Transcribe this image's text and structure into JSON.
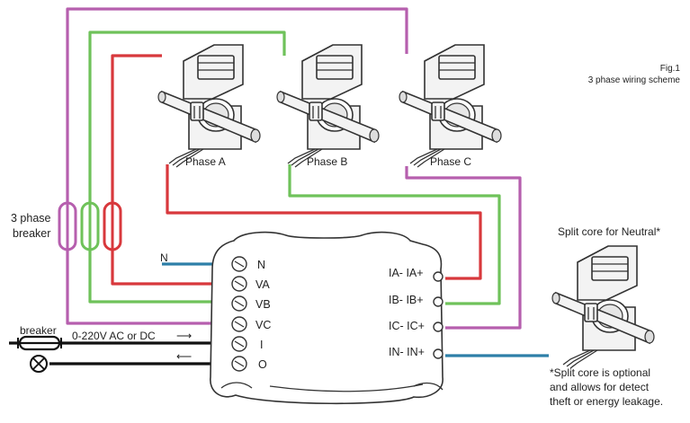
{
  "figure": {
    "number": "Fig.1",
    "caption": "3 phase wiring scheme"
  },
  "colors": {
    "purple": "#b65fae",
    "green": "#6fc25a",
    "red": "#d8383c",
    "blue": "#2d7fa8",
    "black": "#111111"
  },
  "current_transformers": [
    {
      "label": "Phase A",
      "icon": "split-core-ct-icon"
    },
    {
      "label": "Phase B",
      "icon": "split-core-ct-icon"
    },
    {
      "label": "Phase C",
      "icon": "split-core-ct-icon"
    }
  ],
  "neutral_ct": {
    "title": "Split core for Neutral*",
    "note_lines": [
      "*Split core is optional",
      "and allows for detect",
      "theft or energy leakage."
    ],
    "icon": "split-core-ct-icon"
  },
  "three_phase_breaker": {
    "label_line1": "3 phase",
    "label_line2": "breaker"
  },
  "left_terminals": [
    "N",
    "VA",
    "VB",
    "VC",
    "I",
    "O"
  ],
  "right_terminals": [
    "IA- IA+",
    "IB- IB+",
    "IC- IC+",
    "IN- IN+"
  ],
  "wire_labels": {
    "neutral": "N"
  },
  "power_supply": {
    "breaker_label": "breaker",
    "voltage_label": "0-220V AC or DC",
    "in_arrow": "⟶",
    "out_arrow": "⟵"
  }
}
